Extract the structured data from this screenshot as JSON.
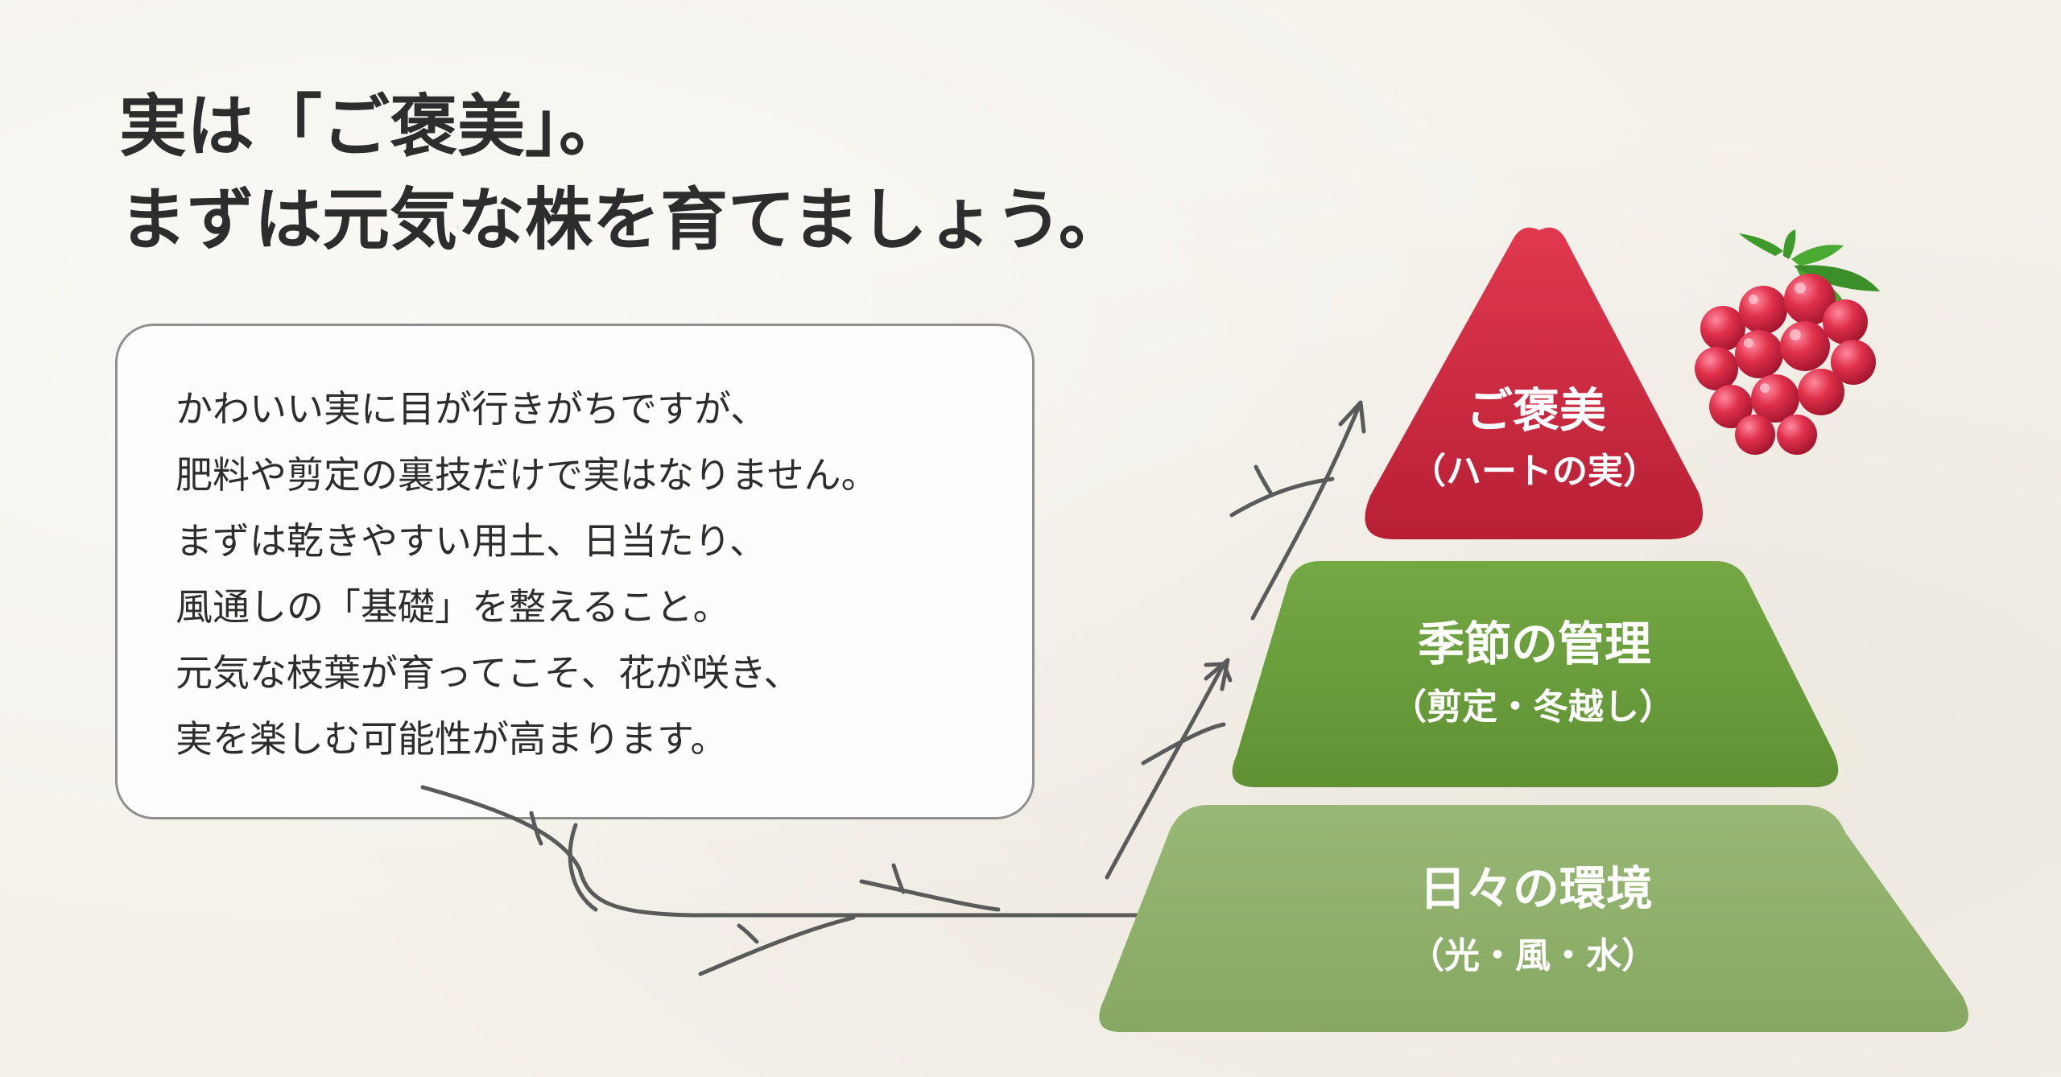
{
  "headline": {
    "line1": "実は「ご褒美」。",
    "line2": "まずは元気な株を育てましょう。"
  },
  "note": {
    "lines": [
      "かわいい実に目が行きがちですが、",
      "肥料や剪定の裏技だけで実はなりません。",
      "まずは乾きやすい用土、日当たり、",
      "風通しの「基礎」を整えること。",
      "元気な枝葉が育ってこそ、花が咲き、",
      "実を楽しむ可能性が高まります。"
    ]
  },
  "pyramid": {
    "top": {
      "title": "ご褒美",
      "subtitle": "（ハートの実）"
    },
    "middle": {
      "title": "季節の管理",
      "subtitle": "（剪定・冬越し）"
    },
    "bottom": {
      "title": "日々の環境",
      "subtitle": "（光・風・水）"
    }
  },
  "colors": {
    "top_tier": "#c8283e",
    "middle_tier": "#6a9c3c",
    "bottom_tier": "#8fb06a",
    "text": "#2d2d2d",
    "branch": "#5a5a5a"
  },
  "icons": {
    "fruit": "raspberry-icon"
  }
}
